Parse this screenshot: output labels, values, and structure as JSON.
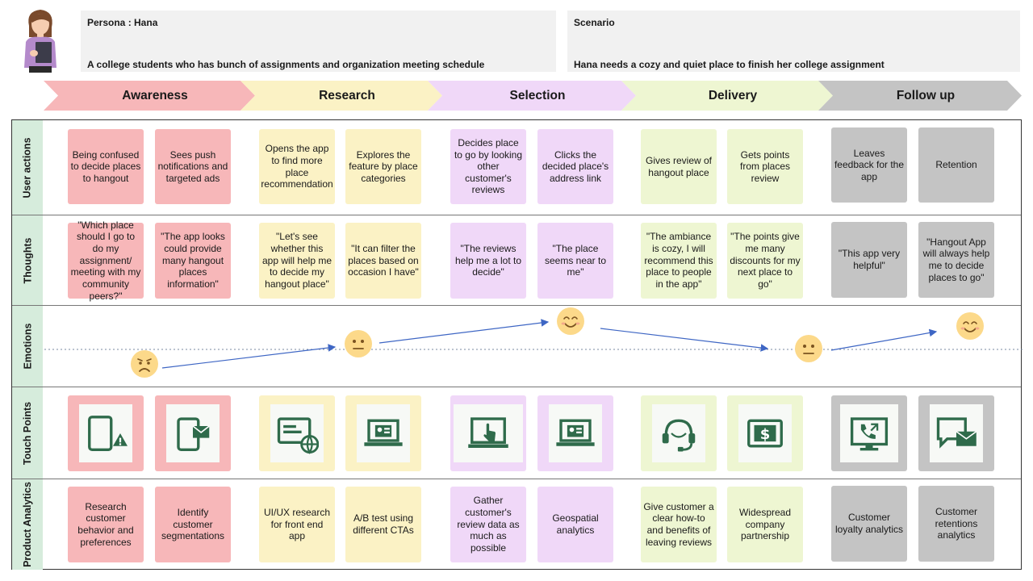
{
  "persona": {
    "label": "Persona : Hana",
    "description": "A college students who has bunch of assignments and organization meeting schedule"
  },
  "scenario": {
    "label": "Scenario",
    "description": "Hana needs a cozy and quiet place to finish her college assignment"
  },
  "stages": [
    "Awareness",
    "Research",
    "Selection",
    "Delivery",
    "Follow up"
  ],
  "row_labels": {
    "user_actions": "User actions",
    "thoughts": "Thoughts",
    "emotions": "Emotions",
    "touch_points": "Touch Points",
    "product_analytics": "Product Analytics"
  },
  "user_actions": [
    "Being confused to decide places to hangout",
    "Sees push notifications and targeted ads",
    "Opens the app to find more place recommendation",
    "Explores the feature by place categories",
    "Decides place to go by looking other customer's reviews",
    "Clicks the decided place's address link",
    "Gives review of hangout place",
    "Gets points from places review",
    "Leaves feedback for the app",
    "Retention"
  ],
  "thoughts": [
    "\"Which place should I go to do my assignment/ meeting with my community peers?\"",
    "\"The app looks could provide many hangout places information\"",
    "\"Let's see whether this app will help me to decide my hangout place\"",
    "\"It can filter the places based on occasion I have\"",
    "\"The reviews help me a lot to decide\"",
    "\"The place seems near to me\"",
    "\"The ambiance is cozy, I will recommend this place to people in the app\"",
    "\"The points give me many discounts for my next place to go\"",
    "\"This app very helpful\"",
    "\"Hangout App will always help me to decide places to go\""
  ],
  "touch_point_icons": [
    "tablet-alert-icon",
    "tablet-email-icon",
    "web-browser-icon",
    "laptop-contact-icon",
    "laptop-touch-icon",
    "laptop-contact-icon",
    "headset-support-icon",
    "money-bill-icon",
    "monitor-phone-icon",
    "chat-email-icon"
  ],
  "product_analytics": [
    "Research customer behavior and preferences",
    "Identify customer segmentations",
    "UI/UX research for front end app",
    "A/B test using different CTAs",
    "Gather customer's review data as much as possible",
    "Geospatial analytics",
    "Give customer a clear how-to and benefits of leaving reviews",
    "Widespread company partnership",
    "Customer loyalty analytics",
    "Customer retentions analytics"
  ],
  "emotions": [
    {
      "stage": "Awareness",
      "mood": "sad",
      "level": 0.25
    },
    {
      "stage": "Research",
      "mood": "neutral",
      "level": 0.5
    },
    {
      "stage": "Selection",
      "mood": "happy",
      "level": 0.85
    },
    {
      "stage": "Delivery",
      "mood": "neutral",
      "level": 0.5
    },
    {
      "stage": "Follow up",
      "mood": "happy",
      "level": 0.78
    }
  ],
  "colors": {
    "awareness": "#f7b7b9",
    "research": "#fbf2c5",
    "selection": "#f0d8f8",
    "delivery": "#eef6d2",
    "follow_up": "#c4c4c4",
    "row_label_bg": "#d6ecdc",
    "icon_green": "#2f6b4b",
    "arrow_blue": "#3e66c4",
    "emoji_yellow": "#fcd98a"
  }
}
